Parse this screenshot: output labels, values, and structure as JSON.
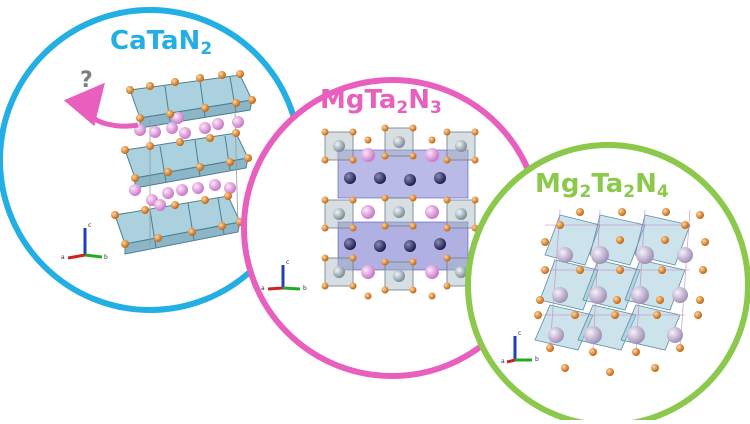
{
  "panels": [
    {
      "id": "catan2",
      "title": {
        "base1": "CaTaN",
        "sub1": "2",
        "base2": "",
        "sub2": "",
        "base3": "",
        "sub3": ""
      },
      "question_mark": "?",
      "axes": {
        "x": "a",
        "y": "b",
        "z": "c"
      },
      "colors": {
        "ring": "#23aee4",
        "title": "#23aee4"
      }
    },
    {
      "id": "mgta2n3",
      "title": {
        "base1": "MgTa",
        "sub1": "2",
        "base2": "N",
        "sub2": "3",
        "base3": "",
        "sub3": ""
      },
      "axes": {
        "x": "a",
        "y": "b",
        "z": "c"
      },
      "colors": {
        "ring": "#e85fbd",
        "title": "#e85fbd"
      }
    },
    {
      "id": "mg2ta2n4",
      "title": {
        "base1": "Mg",
        "sub1": "2",
        "base2": "Ta",
        "sub2": "2",
        "base3": "N",
        "sub3": "4"
      },
      "axes": {
        "x": "a",
        "y": "b",
        "z": "c"
      },
      "colors": {
        "ring": "#8cc84b",
        "title": "#8cc84b"
      }
    }
  ],
  "colors": {
    "nitrogen": "#e8882a",
    "octahedron": "#8fc1d4",
    "cation_pink": "#e7a6e6",
    "ta_dark": "#3c3c86",
    "mg_grey": "#a7b7c2",
    "arrow": "#e85fbd"
  }
}
